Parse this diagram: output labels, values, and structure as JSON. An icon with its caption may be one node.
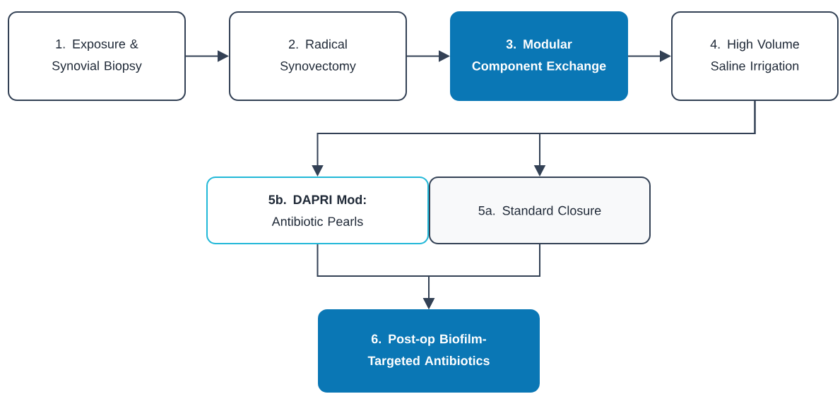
{
  "diagram": {
    "nodes": [
      {
        "text": [
          "1. Exposure & Synovial Biopsy"
        ]
      },
      {
        "text": [
          "2. Radical Synovectomy"
        ]
      },
      {
        "text": [
          "3. Modular Component Exchange"
        ]
      },
      {
        "text": [
          "4. High Volume Saline Irrigation"
        ]
      },
      {
        "text": [
          "5b. DAPRI Mod:",
          "Antibiotic Pearls"
        ]
      },
      {
        "text": [
          "5a. Standard Closure"
        ]
      },
      {
        "text": [
          "6. Post-op Biofilm-Targeted Antibiotics"
        ]
      }
    ],
    "edges": [
      {
        "from": 0,
        "to": 1,
        "arrow": "to"
      },
      {
        "from": 1,
        "to": 2,
        "arrow": "to"
      },
      {
        "from": 2,
        "to": 3,
        "arrow": "to"
      },
      {
        "from": 3,
        "to": 4,
        "arrow": "to"
      },
      {
        "from": 3,
        "to": 5,
        "arrow": "to"
      },
      {
        "from": 4,
        "to": 6,
        "arrow": "to"
      },
      {
        "from": 5,
        "to": 6,
        "arrow": "to"
      }
    ]
  }
}
